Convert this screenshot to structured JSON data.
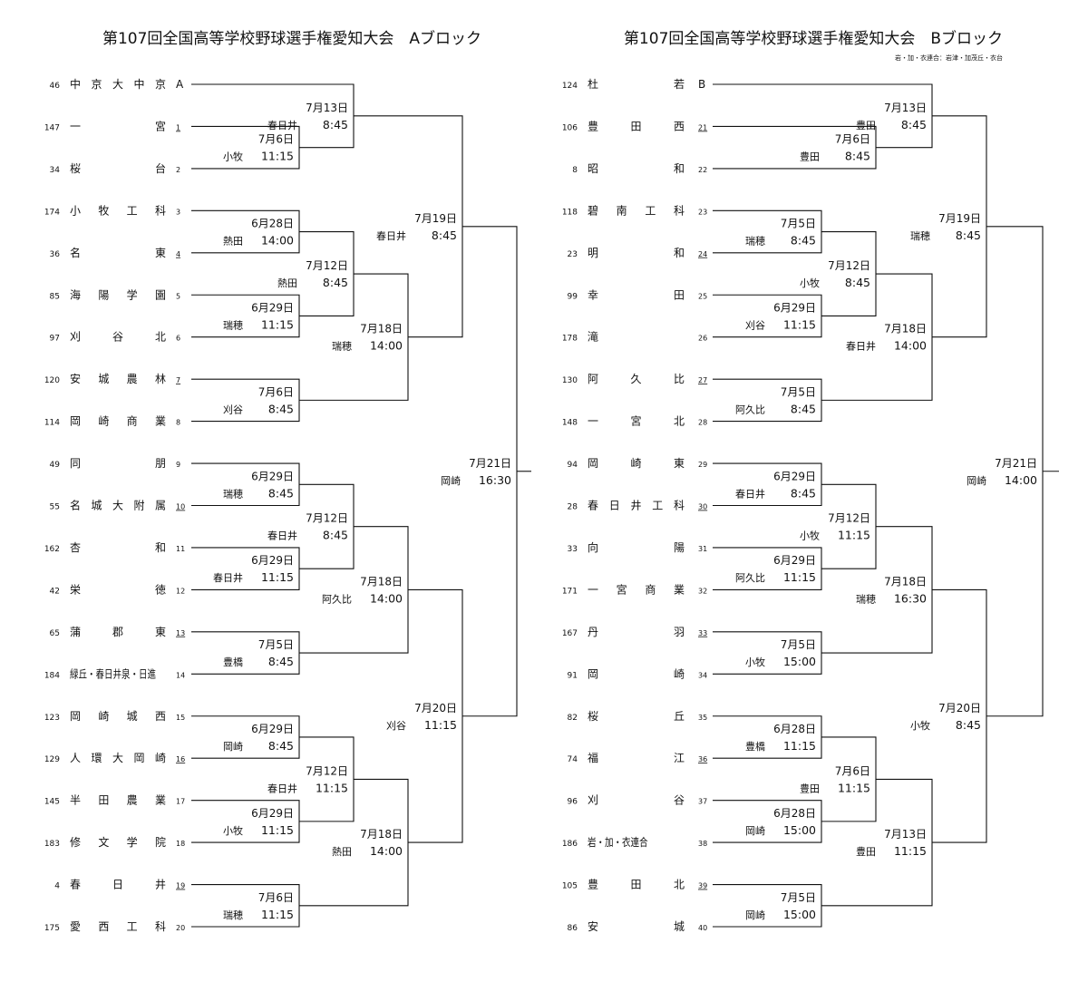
{
  "blocks": [
    {
      "id": "A",
      "title": "第107回全国高等学校野球選手権愛知大会　Aブロック",
      "note": "",
      "teams": [
        {
          "seed": "46",
          "name": "中京大中京",
          "slot": "A",
          "red": false
        },
        {
          "seed": "147",
          "name": "一　宮",
          "slot": "1",
          "red": true
        },
        {
          "seed": "34",
          "name": "桜　台",
          "slot": "2",
          "red": false
        },
        {
          "seed": "174",
          "name": "小牧工科",
          "slot": "3",
          "red": false
        },
        {
          "seed": "36",
          "name": "名　東",
          "slot": "4",
          "red": true
        },
        {
          "seed": "85",
          "name": "海陽学園",
          "slot": "5",
          "red": false
        },
        {
          "seed": "97",
          "name": "刈谷北",
          "slot": "6",
          "red": false
        },
        {
          "seed": "120",
          "name": "安城農林",
          "slot": "7",
          "red": true
        },
        {
          "seed": "114",
          "name": "岡崎商業",
          "slot": "8",
          "red": false
        },
        {
          "seed": "49",
          "name": "同　朋",
          "slot": "9",
          "red": false
        },
        {
          "seed": "55",
          "name": "名城大附属",
          "slot": "10",
          "red": true
        },
        {
          "seed": "162",
          "name": "杏　和",
          "slot": "11",
          "red": false
        },
        {
          "seed": "42",
          "name": "栄　徳",
          "slot": "12",
          "red": false
        },
        {
          "seed": "65",
          "name": "蒲郡東",
          "slot": "13",
          "red": true
        },
        {
          "seed": "184",
          "name": "緑丘・春日井泉・日進",
          "slot": "14",
          "red": false
        },
        {
          "seed": "123",
          "name": "岡崎城西",
          "slot": "15",
          "red": false
        },
        {
          "seed": "129",
          "name": "人環大岡崎",
          "slot": "16",
          "red": true
        },
        {
          "seed": "145",
          "name": "半田農業",
          "slot": "17",
          "red": false
        },
        {
          "seed": "183",
          "name": "修文学院",
          "slot": "18",
          "red": false
        },
        {
          "seed": "4",
          "name": "春　日　井",
          "slot": "19",
          "red": true
        },
        {
          "seed": "175",
          "name": "愛西工科",
          "slot": "20",
          "red": false
        }
      ],
      "matches": [
        {
          "date": "7月6日",
          "venue": "小牧",
          "time": "11:15"
        },
        {
          "date": "6月28日",
          "venue": "熱田",
          "time": "14:00"
        },
        {
          "date": "6月29日",
          "venue": "瑞穂",
          "time": "11:15"
        },
        {
          "date": "7月6日",
          "venue": "刈谷",
          "time": "8:45"
        },
        {
          "date": "6月29日",
          "venue": "瑞穂",
          "time": "8:45"
        },
        {
          "date": "6月29日",
          "venue": "春日井",
          "time": "11:15"
        },
        {
          "date": "7月5日",
          "venue": "豊橋",
          "time": "8:45"
        },
        {
          "date": "6月29日",
          "venue": "岡崎",
          "time": "8:45"
        },
        {
          "date": "6月29日",
          "venue": "小牧",
          "time": "11:15"
        },
        {
          "date": "7月6日",
          "venue": "瑞穂",
          "time": "11:15"
        },
        {
          "date": "7月13日",
          "venue": "春日井",
          "time": "8:45"
        },
        {
          "date": "7月12日",
          "venue": "熱田",
          "time": "8:45"
        },
        {
          "date": "7月12日",
          "venue": "春日井",
          "time": "8:45"
        },
        {
          "date": "7月12日",
          "venue": "春日井",
          "time": "11:15"
        },
        {
          "date": "7月18日",
          "venue": "瑞穂",
          "time": "14:00"
        },
        {
          "date": "7月18日",
          "venue": "阿久比",
          "time": "14:00"
        },
        {
          "date": "7月18日",
          "venue": "熱田",
          "time": "14:00"
        },
        {
          "date": "7月19日",
          "venue": "春日井",
          "time": "8:45"
        },
        {
          "date": "7月20日",
          "venue": "刈谷",
          "time": "11:15"
        },
        {
          "date": "7月21日",
          "venue": "岡崎",
          "time": "16:30"
        }
      ]
    },
    {
      "id": "B",
      "title": "第107回全国高等学校野球選手権愛知大会　Bブロック",
      "note": "岩・加・衣連合：岩津・加茂丘・衣台",
      "teams": [
        {
          "seed": "124",
          "name": "杜　若",
          "slot": "B",
          "red": false
        },
        {
          "seed": "106",
          "name": "豊田西",
          "slot": "21",
          "red": true
        },
        {
          "seed": "8",
          "name": "昭　和",
          "slot": "22",
          "red": false
        },
        {
          "seed": "118",
          "name": "碧南工科",
          "slot": "23",
          "red": false
        },
        {
          "seed": "23",
          "name": "明　和",
          "slot": "24",
          "red": true
        },
        {
          "seed": "99",
          "name": "幸　田",
          "slot": "25",
          "red": false
        },
        {
          "seed": "178",
          "name": "滝",
          "slot": "26",
          "red": false
        },
        {
          "seed": "130",
          "name": "阿久比",
          "slot": "27",
          "red": true
        },
        {
          "seed": "148",
          "name": "一宮北",
          "slot": "28",
          "red": false
        },
        {
          "seed": "94",
          "name": "岡崎東",
          "slot": "29",
          "red": false
        },
        {
          "seed": "28",
          "name": "春日井工科",
          "slot": "30",
          "red": true
        },
        {
          "seed": "33",
          "name": "向　陽",
          "slot": "31",
          "red": false
        },
        {
          "seed": "171",
          "name": "一宮商業",
          "slot": "32",
          "red": false
        },
        {
          "seed": "167",
          "name": "丹　羽",
          "slot": "33",
          "red": true
        },
        {
          "seed": "91",
          "name": "岡　崎",
          "slot": "34",
          "red": false
        },
        {
          "seed": "82",
          "name": "桜　丘",
          "slot": "35",
          "red": false
        },
        {
          "seed": "74",
          "name": "福　江",
          "slot": "36",
          "red": true
        },
        {
          "seed": "96",
          "name": "刈　谷",
          "slot": "37",
          "red": false
        },
        {
          "seed": "186",
          "name": "岩・加・衣連合",
          "slot": "38",
          "red": false
        },
        {
          "seed": "105",
          "name": "豊田北",
          "slot": "39",
          "red": true
        },
        {
          "seed": "86",
          "name": "安　城",
          "slot": "40",
          "red": false
        }
      ],
      "matches": [
        {
          "date": "7月6日",
          "venue": "豊田",
          "time": "8:45"
        },
        {
          "date": "7月5日",
          "venue": "瑞穂",
          "time": "8:45"
        },
        {
          "date": "6月29日",
          "venue": "刈谷",
          "time": "11:15"
        },
        {
          "date": "7月5日",
          "venue": "阿久比",
          "time": "8:45"
        },
        {
          "date": "6月29日",
          "venue": "春日井",
          "time": "8:45"
        },
        {
          "date": "6月29日",
          "venue": "阿久比",
          "time": "11:15"
        },
        {
          "date": "7月5日",
          "venue": "小牧",
          "time": "15:00"
        },
        {
          "date": "6月28日",
          "venue": "豊橋",
          "time": "11:15"
        },
        {
          "date": "6月28日",
          "venue": "岡崎",
          "time": "15:00"
        },
        {
          "date": "7月5日",
          "venue": "岡崎",
          "time": "15:00"
        },
        {
          "date": "7月13日",
          "venue": "豊田",
          "time": "8:45"
        },
        {
          "date": "7月12日",
          "venue": "小牧",
          "time": "8:45"
        },
        {
          "date": "7月12日",
          "venue": "小牧",
          "time": "11:15"
        },
        {
          "date": "7月6日",
          "venue": "豊田",
          "time": "11:15"
        },
        {
          "date": "7月18日",
          "venue": "春日井",
          "time": "14:00"
        },
        {
          "date": "7月18日",
          "venue": "瑞穂",
          "time": "16:30"
        },
        {
          "date": "7月13日",
          "venue": "豊田",
          "time": "11:15"
        },
        {
          "date": "7月19日",
          "venue": "瑞穂",
          "time": "8:45"
        },
        {
          "date": "7月20日",
          "venue": "小牧",
          "time": "8:45"
        },
        {
          "date": "7月21日",
          "venue": "岡崎",
          "time": "14:00"
        }
      ]
    }
  ],
  "colors": {
    "line": "#111111",
    "slot_red": "#b3261e",
    "text": "#111111"
  }
}
